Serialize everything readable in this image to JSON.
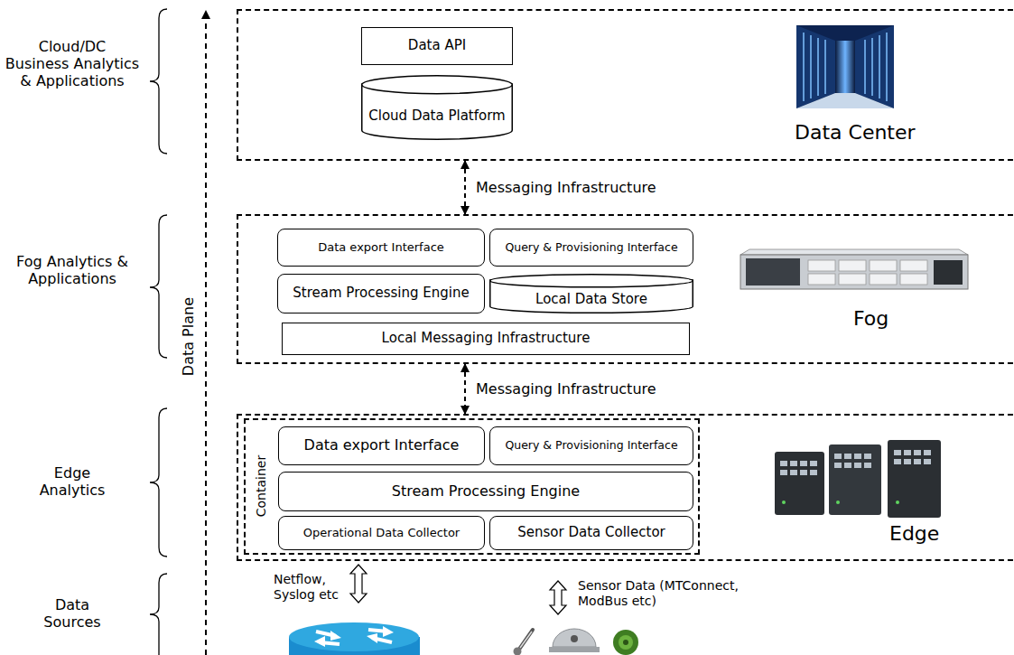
{
  "diagram": {
    "nodes": [
      {
        "text": [
          "Data Center"
        ]
      },
      {
        "text": [
          "Data API"
        ],
        "in": 0
      },
      {
        "text": [
          "Cloud Data Platform"
        ],
        "in": 0
      },
      {
        "text": [
          "Fog"
        ]
      },
      {
        "text": [
          "Data export Interface"
        ],
        "in": 3
      },
      {
        "text": [
          "Query & Provisioning Interface"
        ],
        "in": 3
      },
      {
        "text": [
          "Stream Processing Engine"
        ],
        "in": 3
      },
      {
        "text": [
          "Local Data Store"
        ],
        "in": 3
      },
      {
        "text": [
          "Local Messaging Infrastructure"
        ],
        "in": 3
      },
      {
        "text": [
          "Edge"
        ]
      },
      {
        "text": [
          "Container"
        ],
        "in": 9
      },
      {
        "text": [
          "Data export Interface"
        ],
        "in": 10
      },
      {
        "text": [
          "Query & Provisioning Interface"
        ],
        "in": 10
      },
      {
        "text": [
          "Stream Processing Engine"
        ],
        "in": 10
      },
      {
        "text": [
          "Operational Data Collector"
        ],
        "in": 10
      },
      {
        "text": [
          "Sensor Data Collector"
        ],
        "in": 10
      }
    ],
    "edges": [
      {
        "from": 0,
        "to": 3,
        "arrow": "both",
        "label": "Messaging Infrastructure"
      },
      {
        "from": 3,
        "to": 9,
        "arrow": "both",
        "label": "Messaging Infrastructure"
      }
    ],
    "labels": [
      "Cloud/DC Business Analytics & Applications",
      "Fog Analytics & Applications",
      "Edge Analytics",
      "Data Sources",
      "Data Plane",
      "Netflow, Syslog etc",
      "Sensor Data (MTConnect, ModBus etc)"
    ]
  }
}
